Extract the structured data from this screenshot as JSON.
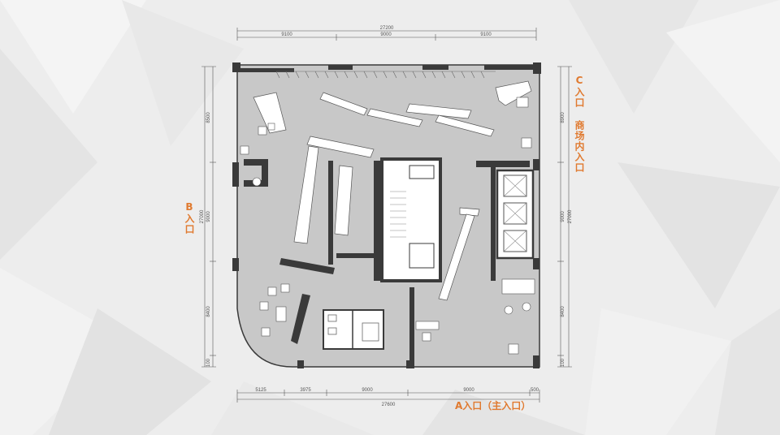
{
  "entrances": {
    "a": "A入口（主入口）",
    "b": "B入口",
    "c": "C入口",
    "mall": "商场内入口"
  },
  "dimensions": {
    "top_total": "27200",
    "top_segments": [
      "9100",
      "9000",
      "9100"
    ],
    "bottom_total": "27600",
    "bottom_segments": [
      "5125",
      "3975",
      "9000",
      "9000",
      "500"
    ],
    "left_total": "27000",
    "left_segments": [
      "8500",
      "9000",
      "8400",
      "100"
    ],
    "right_total": "27000",
    "right_segments": [
      "8900",
      "9000",
      "8400",
      "100"
    ]
  },
  "colors": {
    "accent": "#e07a30",
    "floor": "#c9c9c9",
    "wall": "#3a3a3a",
    "background": "#ececec"
  }
}
